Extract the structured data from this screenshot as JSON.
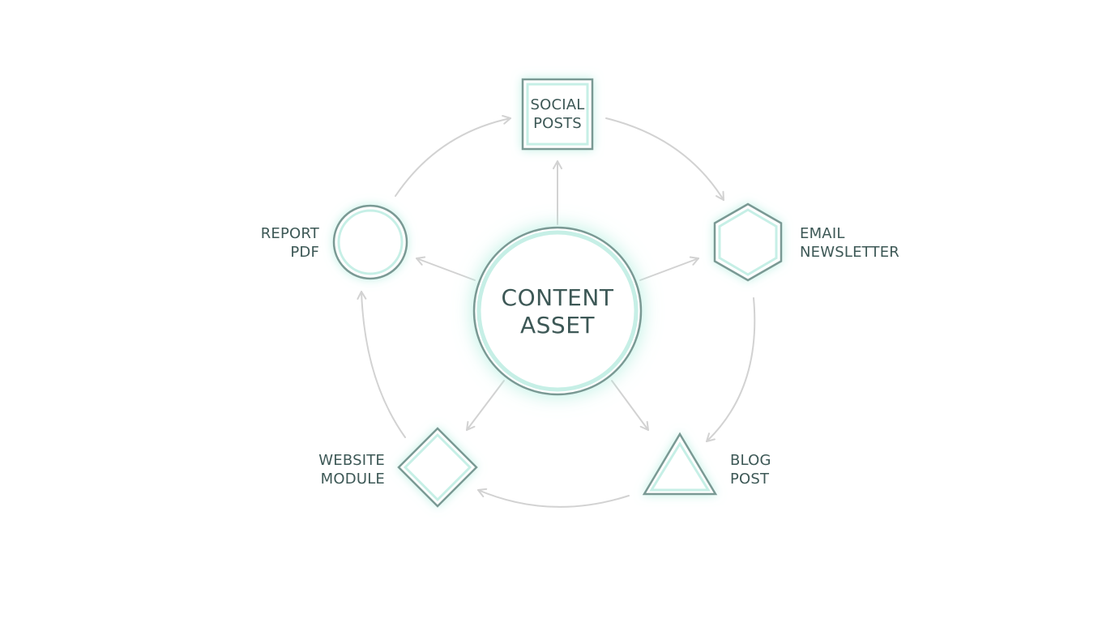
{
  "center": {
    "line1": "CONTENT",
    "line2": "ASSET"
  },
  "nodes": {
    "social": {
      "line1": "SOCIAL",
      "line2": "POSTS",
      "shape": "square-icon"
    },
    "email": {
      "line1": "EMAIL",
      "line2": "NEWSLETTER",
      "shape": "hexagon-icon"
    },
    "blog": {
      "line1": "BLOG",
      "line2": "POST",
      "shape": "triangle-icon"
    },
    "website": {
      "line1": "WEBSITE",
      "line2": "MODULE",
      "shape": "diamond-icon"
    },
    "report": {
      "line1": "REPORT",
      "line2": "PDF",
      "shape": "circle-icon"
    }
  },
  "colors": {
    "outline": "#7a9994",
    "inner_glow": "#c6efe6",
    "arrow": "#d2d2d2",
    "text": "#3d5856"
  }
}
